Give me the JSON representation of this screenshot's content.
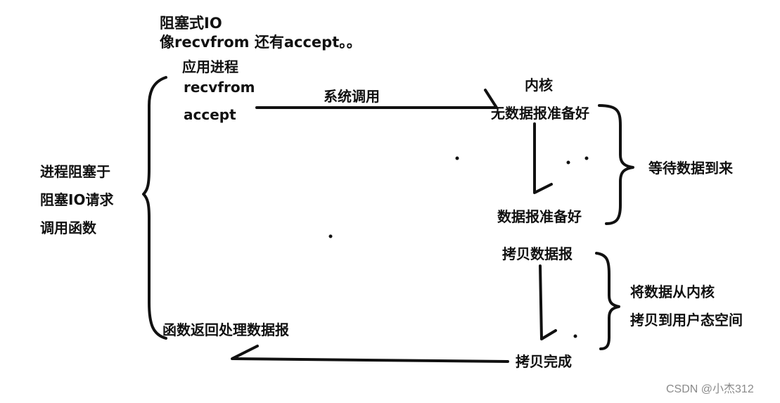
{
  "header": {
    "title": "阻塞式IO",
    "subtitle": "像recvfrom 还有accept。。"
  },
  "app_process": {
    "heading": "应用进程",
    "call_1": "recvfrom",
    "call_2": "accept"
  },
  "left_note": {
    "line_1": "进程阻塞于",
    "line_2": "阻塞IO请求",
    "line_3": "调用函数"
  },
  "syscall_label": "系统调用",
  "kernel": {
    "heading": "内核",
    "no_datagram": "无数据报准备好",
    "datagram_ready": "数据报准备好",
    "copy_datagram": "拷贝数据报",
    "copy_done": "拷贝完成"
  },
  "wait_phase": {
    "label": "等待数据到来"
  },
  "copy_phase": {
    "line_1": "将数据从内核",
    "line_2": "拷贝到用户态空间"
  },
  "return_label": "函数返回处理数据报",
  "watermark": "CSDN @小杰312",
  "colors": {
    "ink": "#111111",
    "watermark": "#8a8a8a",
    "background": "#ffffff"
  }
}
